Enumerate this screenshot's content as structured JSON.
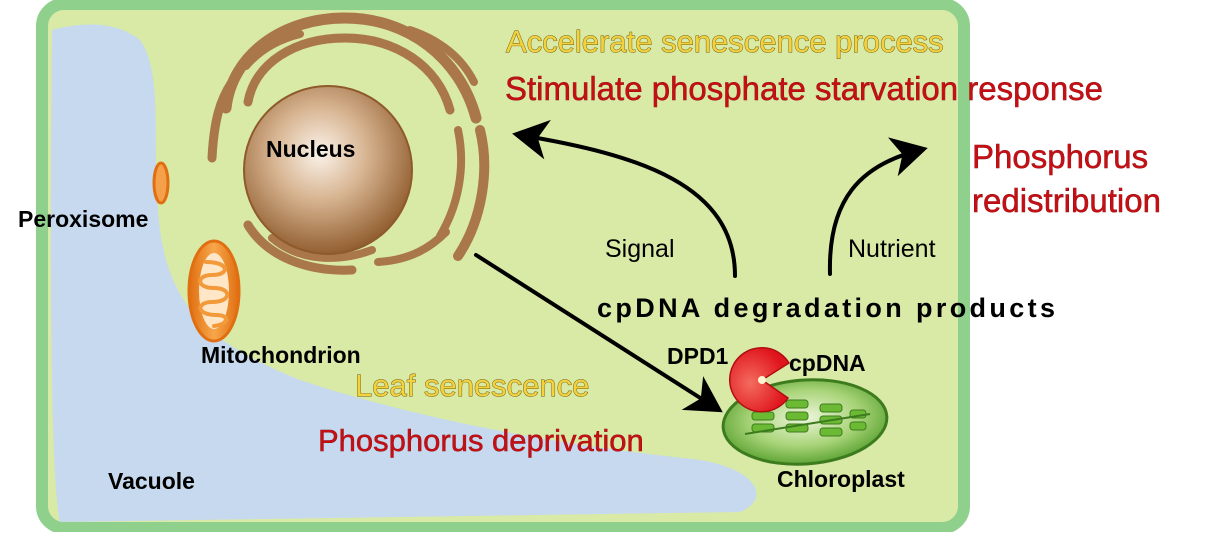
{
  "diagram": {
    "organelles": {
      "nucleus": "Nucleus",
      "peroxisome": "Peroxisome",
      "mitochondrion": "Mitochondrion",
      "vacuole": "Vacuole",
      "chloroplast": "Chloroplast",
      "cpdna": "cpDNA",
      "dpd1": "DPD1"
    },
    "processes": {
      "accelerate": "Accelerate senescence process",
      "stimulate": "Stimulate phosphate starvation response",
      "phosphorus_line1": "Phosphorus",
      "phosphorus_line2": "redistribution",
      "signal": "Signal",
      "nutrient": "Nutrient",
      "degradation": "cpDNA degradation products",
      "leaf_senescence": "Leaf senescence",
      "deprivation": "Phosphorus deprivation"
    },
    "colors": {
      "cell_fill": "#d9e9a6",
      "cell_border": "#8fd08c",
      "vacuole": "#c6d9ef",
      "nucleus": "#a9774a",
      "er": "#a9774a",
      "mitochondrion": "#ee8a22",
      "peroxisome": "#ee8a22",
      "chloroplast": "#66b32e",
      "dpd1": "#e8232a",
      "yellow_text": "#f4d23e",
      "red_text": "#c40f14"
    }
  }
}
